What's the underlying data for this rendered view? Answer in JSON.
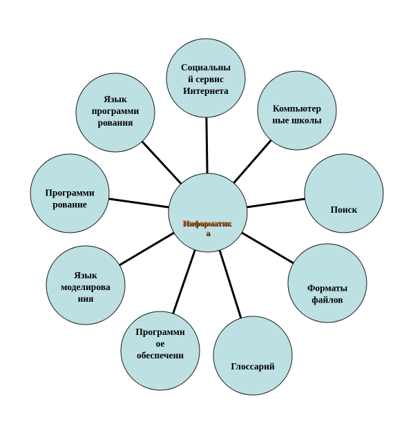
{
  "colors": {
    "node_fill": "#bde0e3",
    "node_stroke": "#1a1a1a",
    "connector": "#000000",
    "center_text": "#c55a11",
    "center_text_shadow": "#000000"
  },
  "center": {
    "lines": [
      "Информатик",
      "а"
    ]
  },
  "nodes": [
    {
      "id": "social",
      "lines": [
        "Социальны",
        "й сервис",
        "Интернета"
      ]
    },
    {
      "id": "computer-schools",
      "lines": [
        "Компьютер",
        "ные школы"
      ]
    },
    {
      "id": "search",
      "lines": [
        "Поиск"
      ]
    },
    {
      "id": "file-formats",
      "lines": [
        "Форматы",
        "файлов"
      ]
    },
    {
      "id": "glossary",
      "lines": [
        "Глоссарий"
      ]
    },
    {
      "id": "software",
      "lines": [
        "Программн",
        "ое",
        "обеспечени"
      ]
    },
    {
      "id": "modeling-language",
      "lines": [
        "Язык",
        "моделирова",
        "ния"
      ]
    },
    {
      "id": "programming",
      "lines": [
        "Программи",
        "рование"
      ]
    },
    {
      "id": "programming-language",
      "lines": [
        "Язык",
        "программи",
        "рования"
      ]
    }
  ]
}
